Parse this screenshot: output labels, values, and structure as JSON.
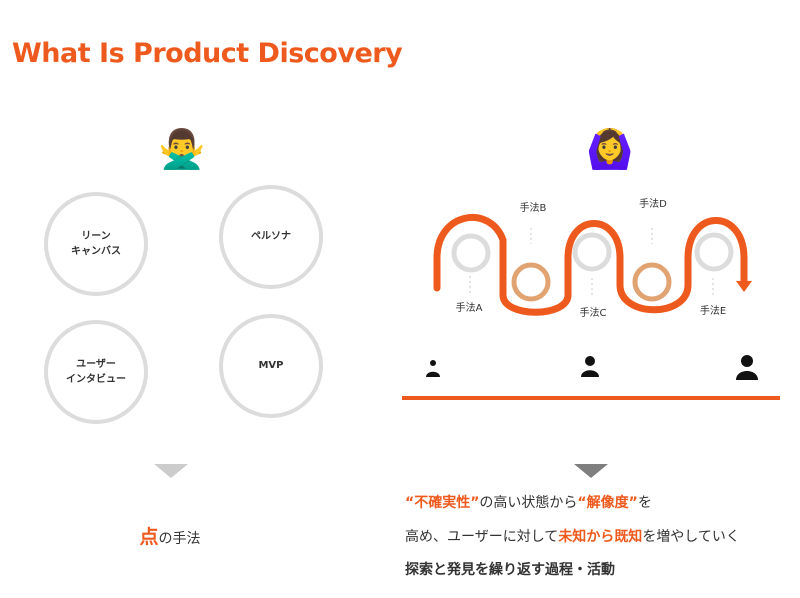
{
  "title": "What Is Product Discovery",
  "left": {
    "emoji": "🙅‍♂️",
    "circles": [
      "リーン\nキャンバス",
      "ペルソナ",
      "ユーザー\nインタビュー",
      "MVP"
    ],
    "caption_emphasis": "点",
    "caption_rest": "の手法"
  },
  "right": {
    "emoji": "🙆‍♀️",
    "method_labels": [
      "手法A",
      "手法B",
      "手法C",
      "手法D",
      "手法E"
    ],
    "line1": {
      "q1": "“不確実性”",
      "t1": "の高い状態から",
      "q2": "“解像度”",
      "t2": "を"
    },
    "line2": {
      "t1": "高め、ユーザーに対して",
      "em1": "未知",
      "t2": "から",
      "em2": "既知",
      "t3": "を増やしていく"
    },
    "line3": "探索と発見を繰り返す過程・活動"
  },
  "colors": {
    "accent": "#ee5a1d",
    "gray_ring": "#dcdcdc",
    "peach_ring": "#e2a373"
  },
  "icons": [
    "person-gesturing-no-icon",
    "person-gesturing-ok-icon",
    "user-silhouette-icon"
  ]
}
